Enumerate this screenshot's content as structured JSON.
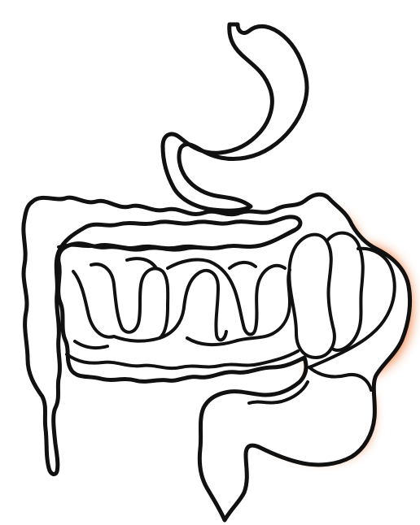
{
  "diagram": {
    "subject": "digestive-tract",
    "highlight_color": "#F07A3A",
    "outline_color": "#111111",
    "background_color": "#ffffff",
    "highlighted_regions": [
      "terminal-ileum",
      "cecum",
      "ascending-colon"
    ]
  }
}
